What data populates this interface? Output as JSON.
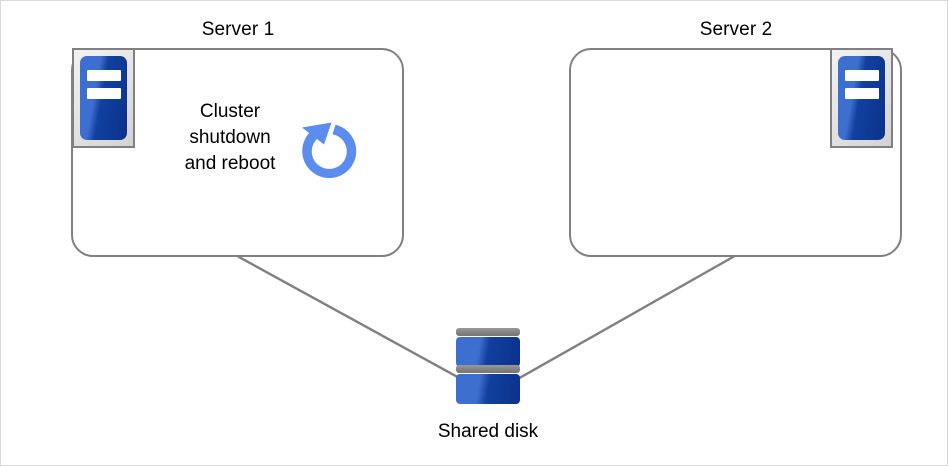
{
  "diagram": {
    "title_alt": "Cluster shutdown and reboot across two servers with a shared disk",
    "background_color": "#ffffff",
    "border_color": "#d9d9d9",
    "line_color": "#808080",
    "accent_blue": "#3d6fd0",
    "accent_blue_dark": "#0b328c",
    "accent_blue_light": "#5b8def"
  },
  "nodes": {
    "server1": {
      "title": "Server 1",
      "icon": "server-icon",
      "body_text_line1": "Cluster",
      "body_text_line2": "shutdown",
      "body_text_line3": "and reboot",
      "status_icon": "refresh-reboot-icon"
    },
    "server2": {
      "title": "Server 2",
      "icon": "server-icon",
      "body_text": ""
    },
    "storage": {
      "label": "Shared disk",
      "icon": "disk-stack-icon"
    }
  },
  "connections": [
    {
      "from": "Server 1",
      "to": "Shared disk"
    },
    {
      "from": "Server 2",
      "to": "Shared disk"
    }
  ]
}
